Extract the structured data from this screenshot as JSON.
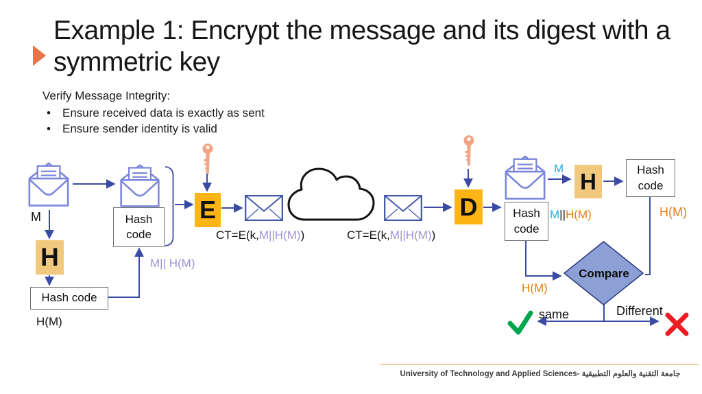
{
  "slide": {
    "title": "Example 1: Encrypt the message and its digest with a symmetric key",
    "integrity_heading": "Verify Message Integrity:",
    "bullet_char": "•",
    "bullets": [
      "Ensure received data is exactly as sent",
      "Ensure sender identity is valid"
    ]
  },
  "diagram": {
    "sender": {
      "message_label": "M",
      "hash_letter": "H",
      "hash_code_box": "Hash code",
      "hash_output": "H(M)",
      "bundle_hash_box": "Hash code",
      "concat_label": "M|| H(M)",
      "encrypt_letter": "E"
    },
    "channel": {
      "ct_left": {
        "prefix": "CT=E(k,",
        "payload": "M||H(M)",
        "suffix": ")"
      },
      "ct_right": {
        "prefix": "CT=E(k,",
        "payload": "M||H(M)",
        "suffix": ")"
      }
    },
    "receiver": {
      "decrypt_letter": "D",
      "hash_code_box": "Hash code",
      "message_label": "M",
      "hash_letter": "H",
      "hash_code_box_top": "Hash code",
      "concat": {
        "m": "M",
        "sep": "||",
        "hm": "H(M)"
      },
      "hash_output_left": "H(M)",
      "hash_output_right": "H(M)",
      "compare_label": "Compare",
      "same_label": "same",
      "different_label": "Different"
    }
  },
  "footer": {
    "text": "University of Technology and Applied Sciences- جامعة التقنية والعلوم التطبيقية"
  },
  "colors": {
    "accent_orange": "#E8744B",
    "box_gold": "#FDB515",
    "box_tan": "#F0C97E",
    "arrow_blue": "#3B4BA3",
    "envelope_open": "#7B86DB",
    "envelope_closed": "#4057A7",
    "purple_text": "#A08FD8",
    "cyan_text": "#29ABE2",
    "orange_text": "#E87D10",
    "diamond_fill": "#8DA0D6",
    "check_green": "#00A550",
    "cross_red": "#ED1C24",
    "key_salmon": "#F2A584"
  }
}
